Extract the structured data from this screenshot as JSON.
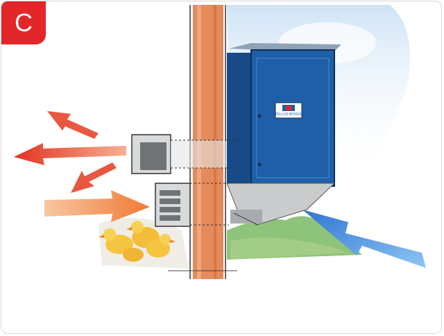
{
  "badge": {
    "label": "C",
    "color": "#e2262a"
  },
  "unit_logo": {
    "text": "TELLUS·BIOKOL"
  },
  "illustration": {
    "elements": [
      "wooden-wall",
      "blue-heat-exchanger-unit",
      "ventilation-ducts",
      "exhaust-arrows",
      "supply-arrow",
      "intake-arrow",
      "chicks",
      "grass",
      "sky"
    ],
    "colors": {
      "unit_blue": "#1f5fa8",
      "wall_orange": "#e58a5a",
      "exhaust_red": "#e8452c",
      "supply_orange": "#f39a5a",
      "intake_blue": "#3c8fe0"
    }
  }
}
